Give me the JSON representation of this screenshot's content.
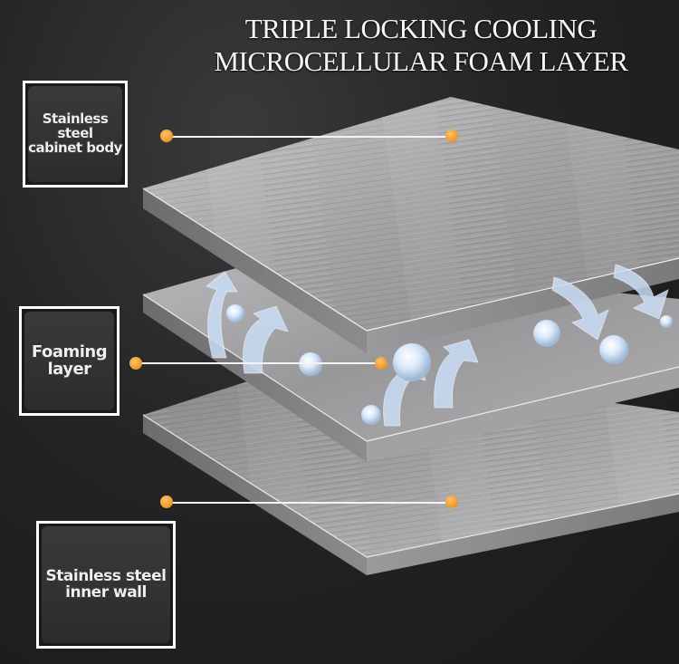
{
  "title": {
    "line1": "TRIPLE LOCKING COOLING",
    "line2": "MICROCELLULAR FOAM LAYER"
  },
  "labels": [
    {
      "id": "cabinet-body",
      "line1": "Stainless steel",
      "line2": "cabinet body"
    },
    {
      "id": "foaming-layer",
      "line1": "Foaming",
      "line2": "layer"
    },
    {
      "id": "inner-wall",
      "line1": "Stainless steel",
      "line2": "inner wall"
    }
  ],
  "colors": {
    "background": "#1c1c1e",
    "steel": "#a8a8aa",
    "foam": "#b4b4b6",
    "dot": "#f2a23a",
    "leader": "#f4f4f4",
    "arrow": "#c9dcf5"
  }
}
